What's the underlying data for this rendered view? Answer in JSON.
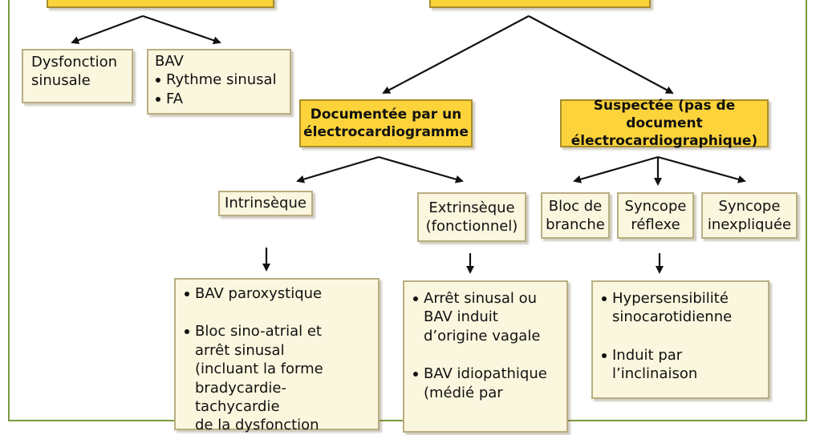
{
  "nodes": {
    "dysfonction": "Dysfonction\nsinusale",
    "bav_title": "BAV",
    "bav_items": [
      "Rythme sinusal",
      "FA"
    ],
    "documentee": "Documentée par un\nélectrocardiogramme",
    "suspectee": "Suspectée (pas de document\nélectrocardiographique)",
    "intrinseque": "Intrinsèque",
    "extrinseque": "Extrinsèque\n(fonctionnel)",
    "bloc_branche": "Bloc de\nbranche",
    "syncope_reflexe": "Syncope\nréflexe",
    "syncope_inexpliquee": "Syncope\ninexpliquée",
    "intrinseque_list": [
      "BAV paroxystique",
      "Bloc sino-atrial et\narrêt sinusal\n(incluant la forme\nbradycardie-tachycardie\nde la dysfonction"
    ],
    "extrinseque_list": [
      "Arrêt sinusal ou\nBAV induit\nd’origine vagale",
      "BAV idiopathique\n(médié par"
    ],
    "reflexe_list": [
      "Hypersensibilité\nsinocarotidienne",
      "Induit par\nl’inclinaison"
    ]
  },
  "colors": {
    "accent_yellow": "#fcd33a",
    "box_fill": "#fbf6de",
    "frame_green": "#7d9a3c"
  }
}
